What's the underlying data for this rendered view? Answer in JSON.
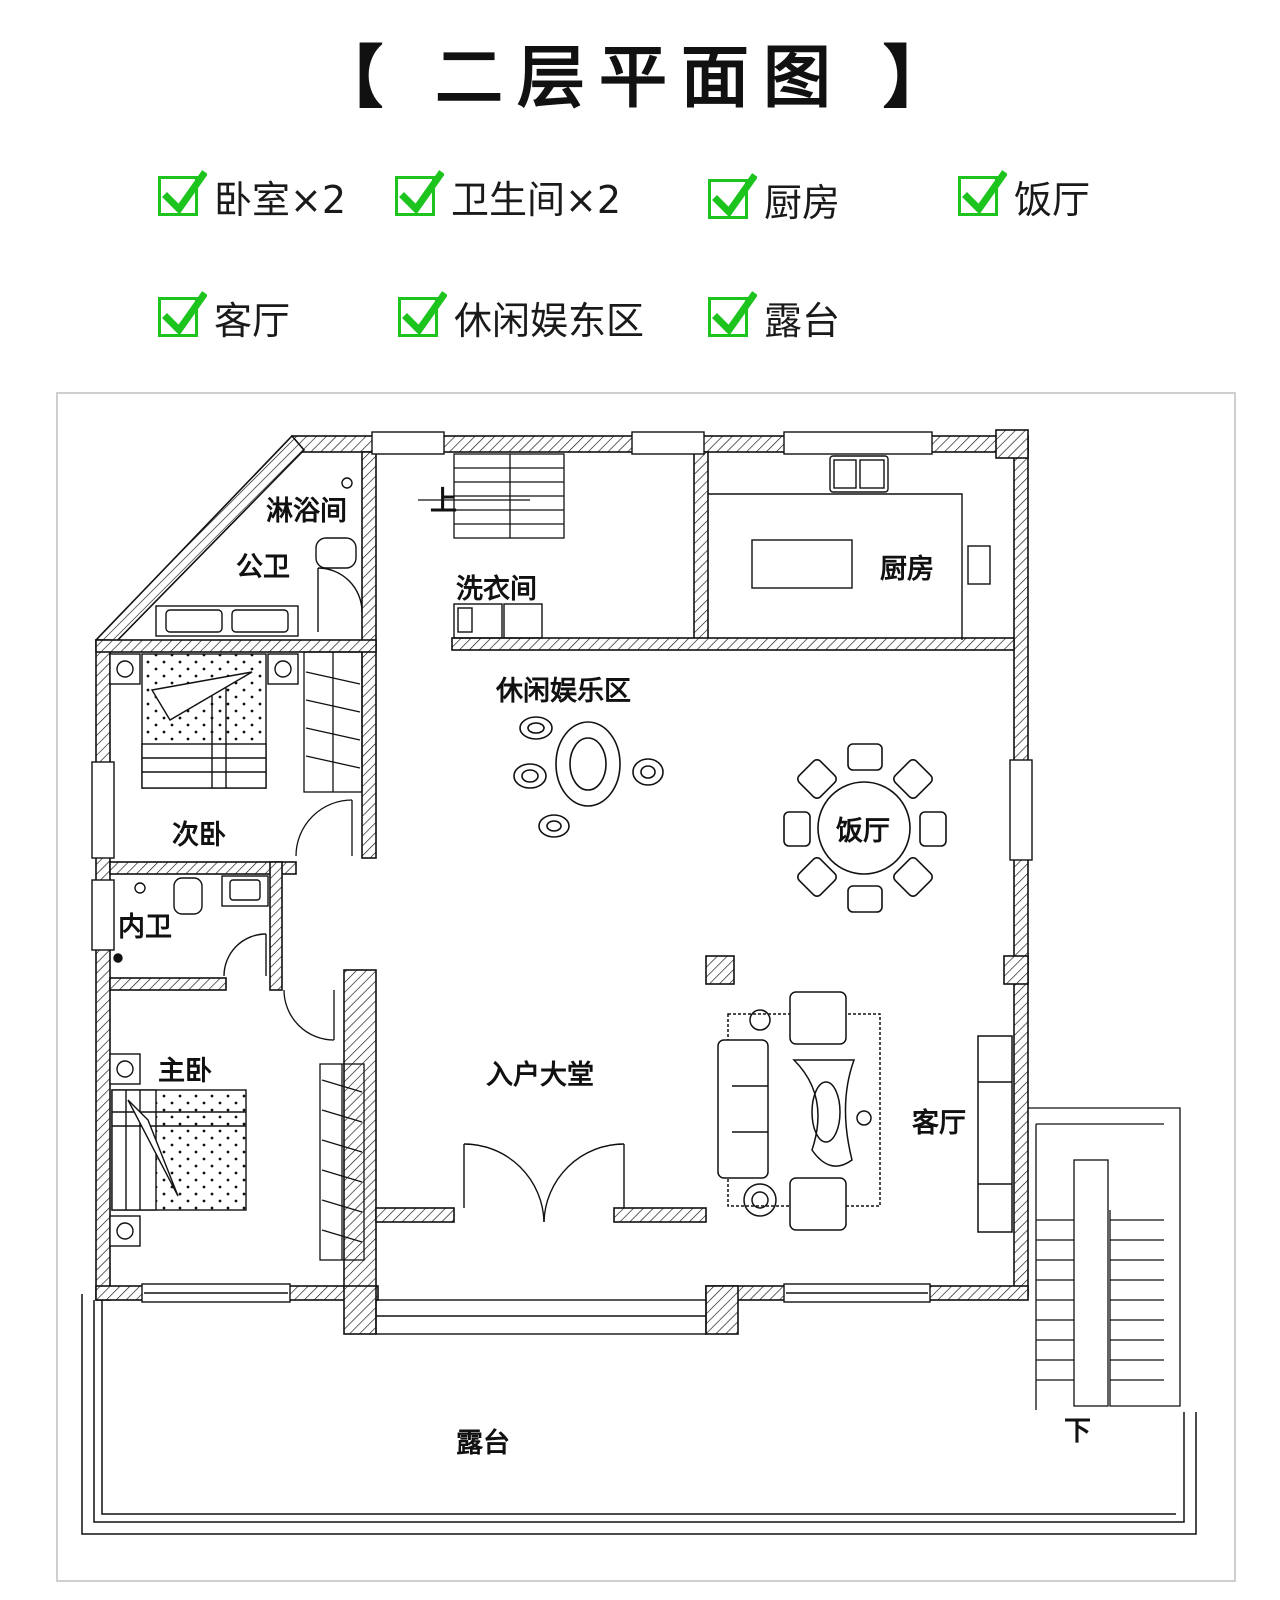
{
  "title": "【 二层平面图 】",
  "accent_color": "#1ec41e",
  "features": [
    {
      "label": "卧室×2",
      "icon": "green-check"
    },
    {
      "label": "卫生间×2",
      "icon": "green-check"
    },
    {
      "label": "厨房",
      "icon": "green-check"
    },
    {
      "label": "饭厅",
      "icon": "green-check"
    },
    {
      "label": "客厅",
      "icon": "green-check"
    },
    {
      "label": "休闲娱东区",
      "icon": "green-check"
    },
    {
      "label": "露台",
      "icon": "green-check"
    }
  ],
  "plan": {
    "rooms": {
      "shower": "淋浴间",
      "public_bath": "公卫",
      "laundry": "洗衣间",
      "kitchen": "厨房",
      "leisure": "休闲娱乐区",
      "second_bedroom": "次卧",
      "dining": "饭厅",
      "inner_bath": "内卫",
      "master_bedroom": "主卧",
      "lobby": "入户大堂",
      "living": "客厅",
      "terrace": "露台"
    },
    "stair_up": "上",
    "stair_down": "下"
  }
}
